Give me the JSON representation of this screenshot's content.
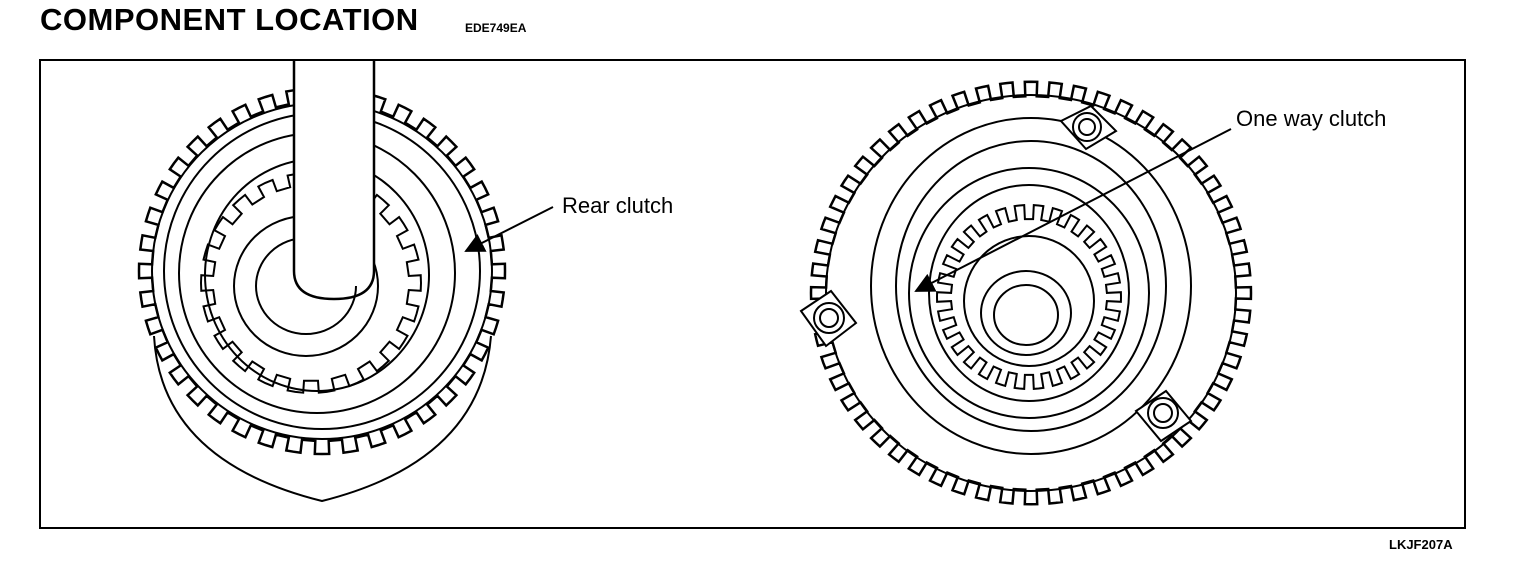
{
  "header": {
    "title": "COMPONENT LOCATION",
    "code": "EDE749EA"
  },
  "figure": {
    "callouts": {
      "rear_clutch": "Rear clutch",
      "one_way_clutch": "One way clutch"
    },
    "figure_id": "LKJF207A"
  }
}
